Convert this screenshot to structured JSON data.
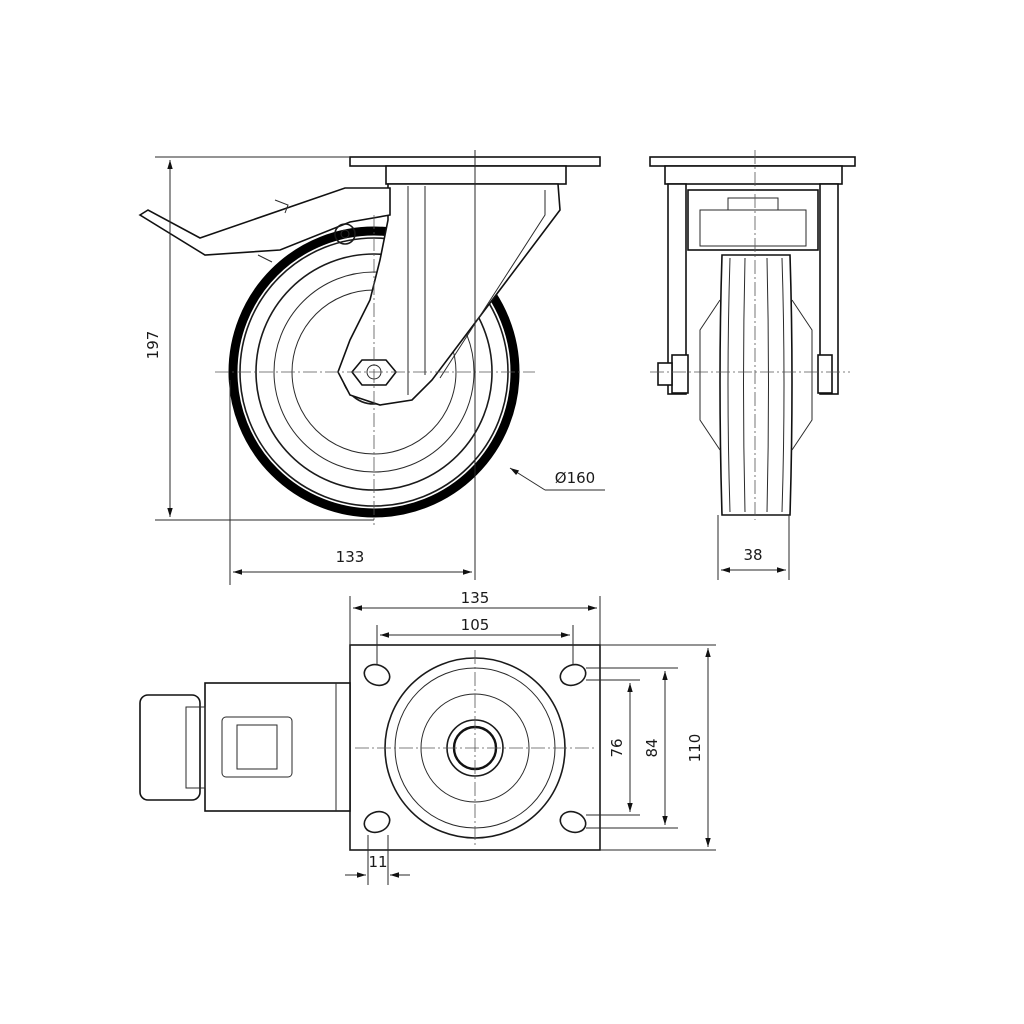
{
  "drawing": {
    "dimensions": {
      "height_overall": "197",
      "offset": "133",
      "wheel_diameter": "Ø160",
      "wheel_width": "38",
      "plate_length": "135",
      "hole_spacing_length": "105",
      "hole_spacing_width_inner": "76",
      "hole_spacing_width_outer": "84",
      "plate_width": "110",
      "hole_size": "11"
    },
    "colors": {
      "line": "#111111",
      "background": "#ffffff"
    },
    "views": [
      "side-view",
      "front-view",
      "top-view"
    ]
  }
}
